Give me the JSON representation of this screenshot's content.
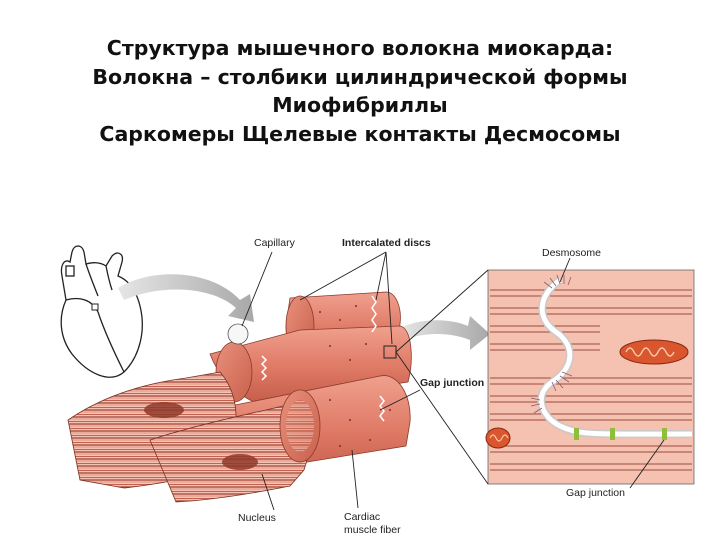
{
  "slide": {
    "title_lines": [
      "Структура мышечного волокна миокарда:",
      "Волокна – столбики цилиндрической формы",
      "Миофибриллы",
      "Саркомеры Щелевые контакты Десмосомы"
    ]
  },
  "figure": {
    "labels": {
      "capillary": "Capillary",
      "intercalated_discs": "Intercalated discs",
      "desmosome": "Desmosome",
      "gap_junction": "Gap junction",
      "gap_junction_inset": "Gap junction",
      "nucleus": "Nucleus",
      "cardiac_muscle_fiber_line1": "Cardiac",
      "cardiac_muscle_fiber_line2": "muscle fiber"
    },
    "colors": {
      "fiber": "#e07c68",
      "fiber_dark": "#c55d4a",
      "fiber_light": "#f2a493",
      "inset_bg": "#f3b7a4",
      "mitochondria": "#d9562f",
      "arrow_gray": "#b9b9b9",
      "gap_junction_marker": "#8fbf3a"
    }
  }
}
